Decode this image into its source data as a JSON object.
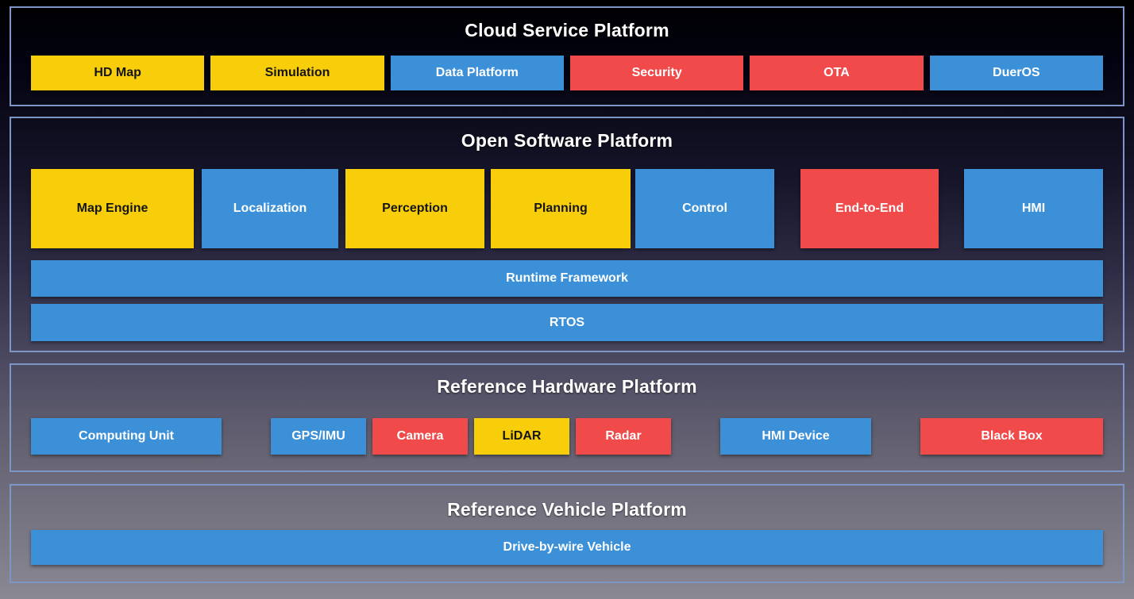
{
  "colors": {
    "yellow": "#F8CE0B",
    "blue": "#3B90D8",
    "red": "#F04A4A",
    "section_border": "#7E95C8",
    "title_text": "#FFFFFF"
  },
  "sections": {
    "cloud": {
      "title": "Cloud Service Platform",
      "boxes": [
        {
          "label": "HD Map",
          "color": "yellow"
        },
        {
          "label": "Simulation",
          "color": "yellow"
        },
        {
          "label": "Data Platform",
          "color": "blue"
        },
        {
          "label": "Security",
          "color": "red"
        },
        {
          "label": "OTA",
          "color": "red"
        },
        {
          "label": "DuerOS",
          "color": "blue"
        }
      ]
    },
    "software": {
      "title": "Open Software Platform",
      "boxes": [
        {
          "label": "Map Engine",
          "color": "yellow"
        },
        {
          "label": "Localization",
          "color": "blue"
        },
        {
          "label": "Perception",
          "color": "yellow"
        },
        {
          "label": "Planning",
          "color": "yellow"
        },
        {
          "label": "Control",
          "color": "blue"
        },
        {
          "label": "End-to-End",
          "color": "red"
        },
        {
          "label": "HMI",
          "color": "blue"
        }
      ],
      "bars": [
        {
          "label": "Runtime Framework",
          "color": "blue"
        },
        {
          "label": "RTOS",
          "color": "blue"
        }
      ]
    },
    "hardware": {
      "title": "Reference Hardware Platform",
      "boxes": [
        {
          "label": "Computing Unit",
          "color": "blue"
        },
        {
          "label": "GPS/IMU",
          "color": "blue"
        },
        {
          "label": "Camera",
          "color": "red"
        },
        {
          "label": "LiDAR",
          "color": "yellow"
        },
        {
          "label": "Radar",
          "color": "red"
        },
        {
          "label": "HMI Device",
          "color": "blue"
        },
        {
          "label": "Black Box",
          "color": "red"
        }
      ]
    },
    "vehicle": {
      "title": "Reference Vehicle Platform",
      "bars": [
        {
          "label": "Drive-by-wire Vehicle",
          "color": "blue"
        }
      ]
    }
  }
}
